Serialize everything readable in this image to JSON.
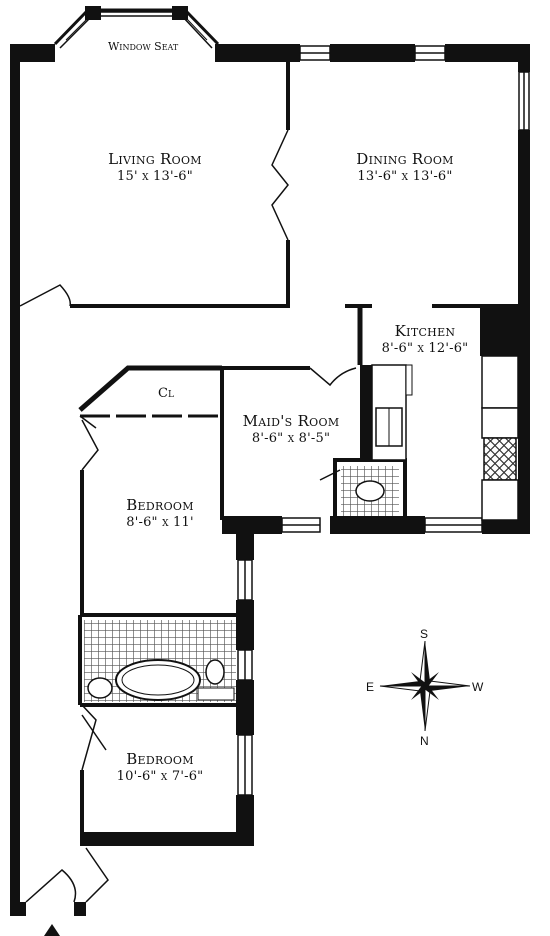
{
  "rooms": {
    "living_room": {
      "name": "Living Room",
      "dims": "15' x 13'-6\""
    },
    "dining_room": {
      "name": "Dining Room",
      "dims": "13'-6\" x 13'-6\""
    },
    "kitchen": {
      "name": "Kitchen",
      "dims": "8'-6\" x 12'-6\""
    },
    "maids_room": {
      "name": "Maid's Room",
      "dims": "8'-6\" x 8'-5\""
    },
    "bedroom_1": {
      "name": "Bedroom",
      "dims": "8'-6\" x 11'"
    },
    "bedroom_2": {
      "name": "Bedroom",
      "dims": "10'-6\" x 7'-6\""
    }
  },
  "labels": {
    "window_seat": "Window Seat",
    "closet": "Cl"
  },
  "compass": {
    "north": "N",
    "south": "S",
    "east": "E",
    "west": "W"
  },
  "colors": {
    "wall": "#111111",
    "tile": "#666666",
    "background": "#ffffff"
  }
}
